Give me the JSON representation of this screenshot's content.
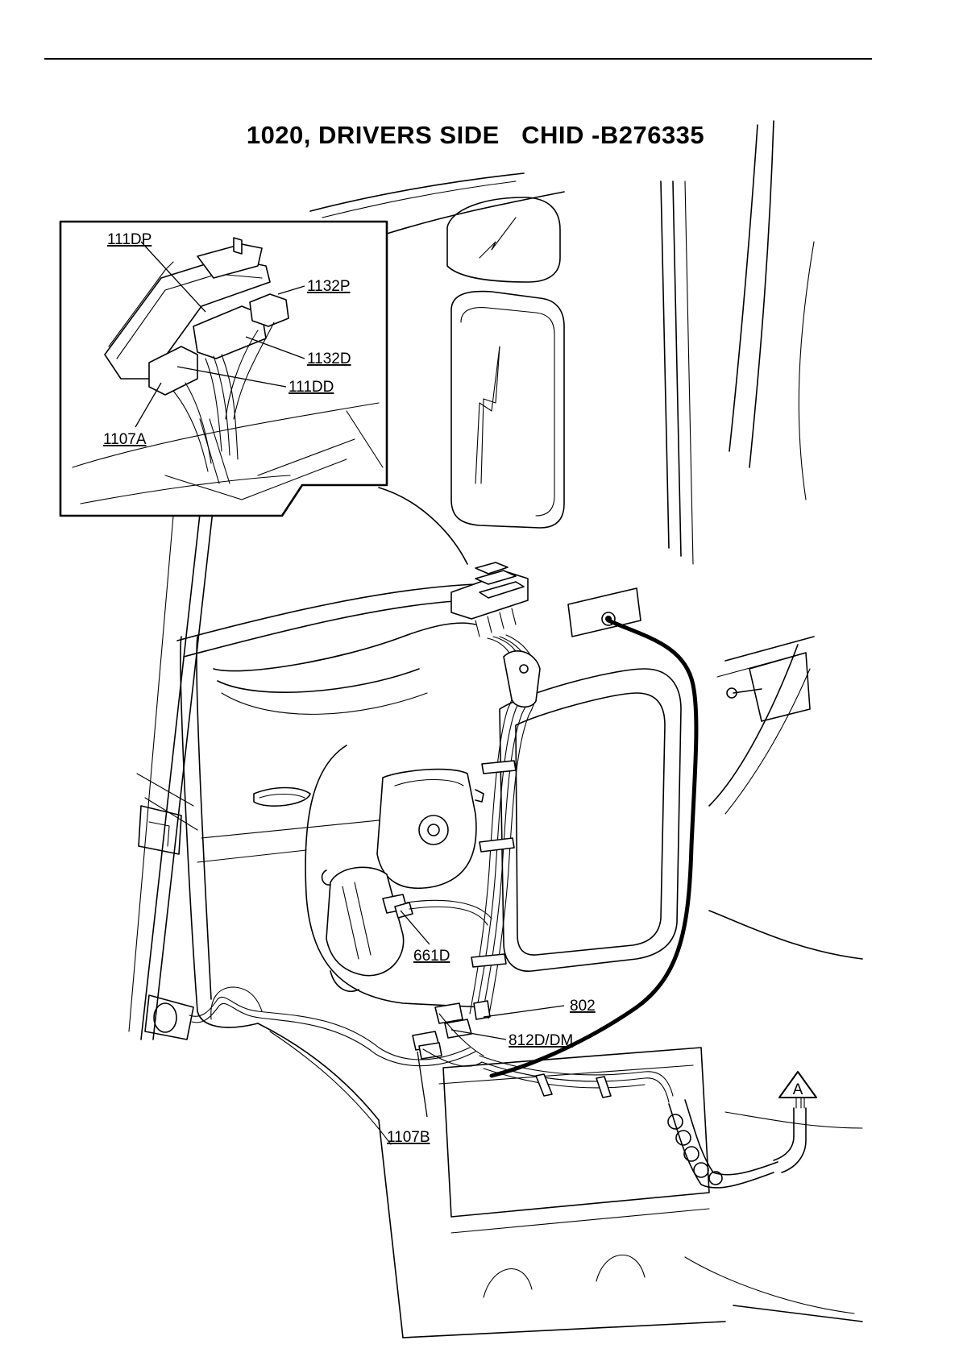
{
  "title": "1020, DRIVERS SIDE   CHID -B276335",
  "inset_labels": {
    "l111dp": "111DP",
    "l1132p": "1132P",
    "l1132d": "1132D",
    "l111dd": "111DD",
    "l1107a": "1107A"
  },
  "main_labels": {
    "l661d": "661D",
    "l802": "802",
    "l812d": "812D/DM",
    "l1107b": "1107B"
  },
  "marker": {
    "letter": "A"
  }
}
